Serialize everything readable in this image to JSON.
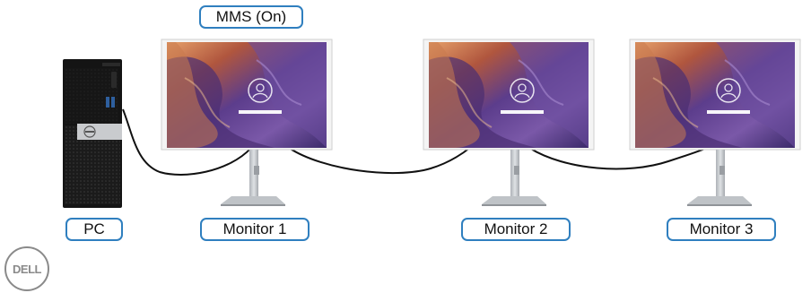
{
  "labels": {
    "mms": "MMS (On)",
    "pc": "PC",
    "monitor1": "Monitor 1",
    "monitor2": "Monitor 2",
    "monitor3": "Monitor 3"
  },
  "logo": {
    "text": "DELL",
    "icon": "dell-logo"
  },
  "colors": {
    "label_border": "#2f7fbf",
    "cable": "#111111",
    "wallpaper_purple": "#5a3f8a",
    "wallpaper_orange": "#e0905a",
    "stand": "#c9ccd0"
  }
}
